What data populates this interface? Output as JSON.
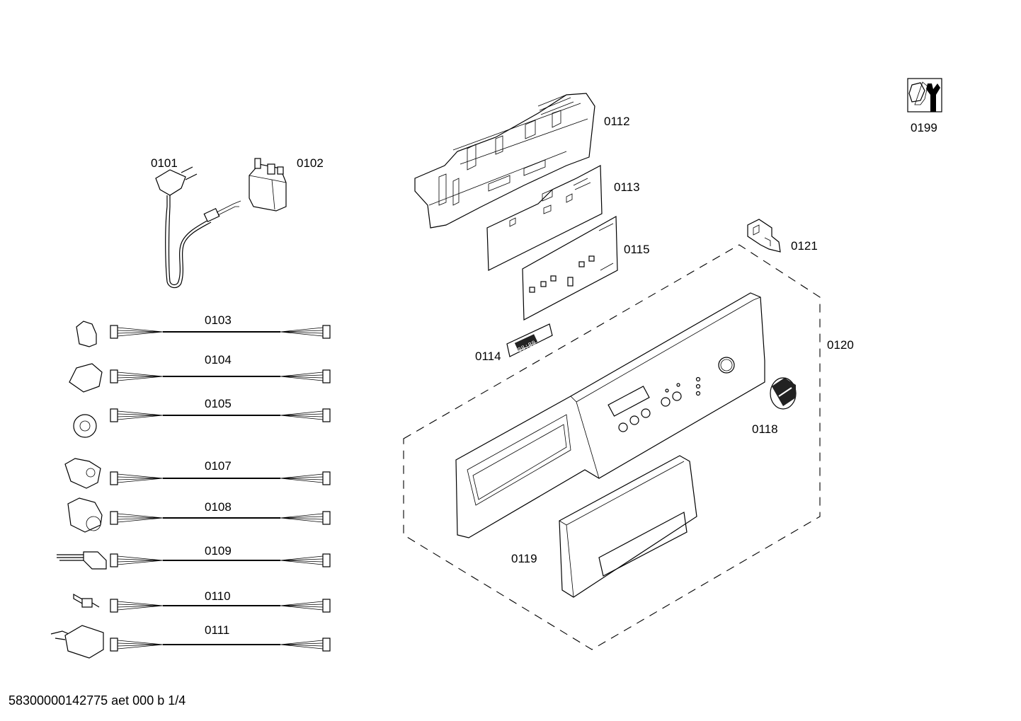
{
  "diagram": {
    "footer_text": "58300000142775 aet 000 b 1/4",
    "parts": {
      "p0101": "0101",
      "p0102": "0102",
      "p0103": "0103",
      "p0104": "0104",
      "p0105": "0105",
      "p0107": "0107",
      "p0108": "0108",
      "p0109": "0109",
      "p0110": "0110",
      "p0111": "0111",
      "p0112": "0112",
      "p0113": "0113",
      "p0114": "0114",
      "p0115": "0115",
      "p0118": "0118",
      "p0119": "0119",
      "p0120": "0120",
      "p0121": "0121",
      "p0199": "0199"
    },
    "display_digits": "88:88"
  }
}
